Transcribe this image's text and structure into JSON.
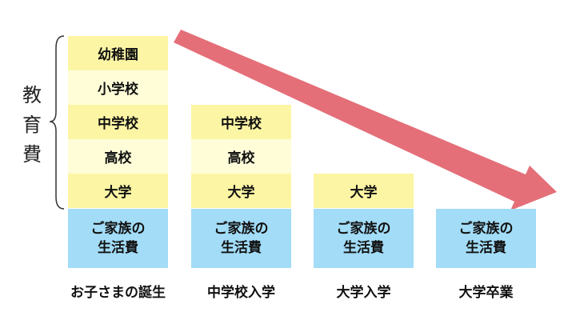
{
  "education_label": "教\n育\n費",
  "stages": [
    {
      "label": "お子さまの誕生",
      "education": [
        "幼稚園",
        "小学校",
        "中学校",
        "高校",
        "大学"
      ],
      "living": "ご家族の\n生活費"
    },
    {
      "label": "中学校入学",
      "education": [
        "中学校",
        "高校",
        "大学"
      ],
      "living": "ご家族の\n生活費"
    },
    {
      "label": "大学入学",
      "education": [
        "大学"
      ],
      "living": "ご家族の\n生活費"
    },
    {
      "label": "大学卒業",
      "education": [],
      "living": "ご家族の\n生活費"
    }
  ],
  "colors": {
    "edu_dark": "#fcf5a4",
    "edu_light": "#fefdd8",
    "living": "#a2dcf7",
    "arrow": "#e46f78",
    "brace": "#333333"
  }
}
